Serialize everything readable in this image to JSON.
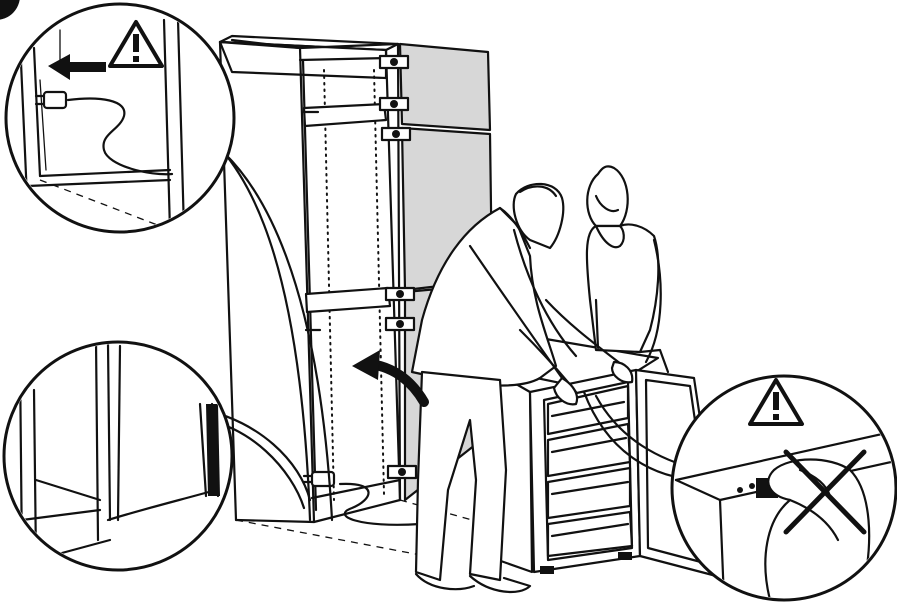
{
  "figure": {
    "warning_symbol": "warning-triangle-icon",
    "prohibition_symbol": "cross-out-icon",
    "insets": [
      "power-plug-inset",
      "cabinet-side-inset",
      "handle-grip-inset"
    ]
  },
  "colors": {
    "line": "#111111",
    "door_fill": "#d7d7d7",
    "background": "#ffffff"
  }
}
